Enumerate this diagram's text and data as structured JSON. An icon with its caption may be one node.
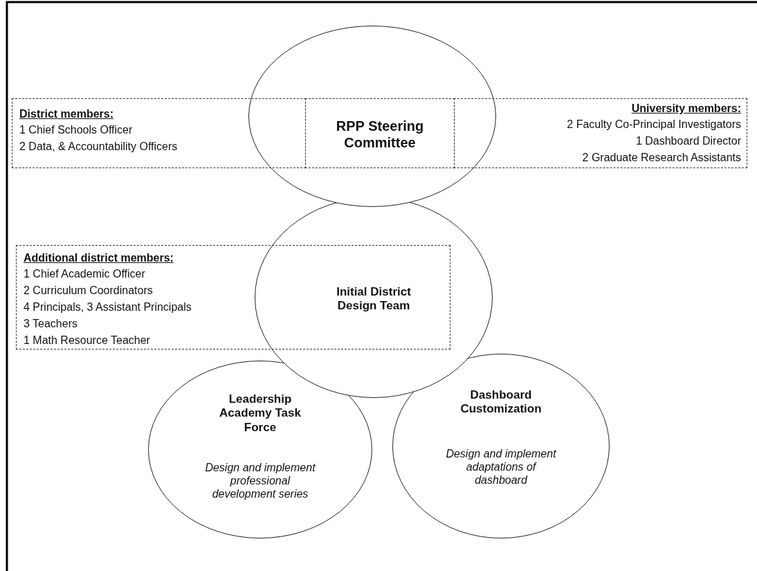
{
  "diagram": {
    "nodes": [
      {
        "text": [],
        "shape": "circle"
      },
      {
        "text": [
          "RPP Steering Committee"
        ],
        "in": 0
      },
      {
        "text": [
          "District members:",
          "1 Chief Schools Officer",
          "2 Data, & Accountability Officers"
        ]
      },
      {
        "text": [
          "University members:",
          "2 Faculty Co-Principal Investigators",
          "1 Dashboard Director",
          "2 Graduate Research Assistants"
        ]
      },
      {
        "text": [],
        "shape": "circle"
      },
      {
        "text": [
          "Additional district members:",
          "1 Chief Academic Officer",
          "2 Curriculum Coordinators",
          "4 Principals, 3 Assistant Principals",
          "3 Teachers",
          "1 Math Resource Teacher"
        ]
      },
      {
        "text": [
          "Initial District Design Team"
        ]
      },
      {
        "text": [
          "Leadership Academy Task Force",
          "Design and implement professional development series"
        ]
      },
      {
        "text": [
          "Dashboard Customization",
          "Design and implement adaptations of dashboard"
        ]
      }
    ]
  }
}
